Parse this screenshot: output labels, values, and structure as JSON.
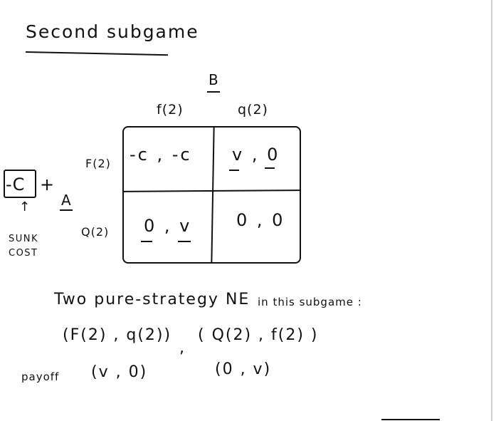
{
  "title": "Second subgame",
  "player_b": "B",
  "player_a": "A",
  "columns": [
    "f(2)",
    "q(2)"
  ],
  "rows": [
    "F(2)",
    "Q(2)"
  ],
  "cells": {
    "r1c1": "-c , -c",
    "r1c2": "v , 0",
    "r2c1": "0 , v",
    "r2c2": "0 , 0"
  },
  "sunk": {
    "value": "-C",
    "plus": "+",
    "arrow": "↑",
    "label_line1": "SUNK",
    "label_line2": "COST"
  },
  "conclusion": {
    "heading": "Two  pure-strategy  NE",
    "heading_suffix": "in this subgame :",
    "ne1": "(F(2) , q(2))",
    "separator": ",",
    "ne2": "( Q(2) , f(2) )",
    "payoff_label": "payoff",
    "payoff1": "(v , 0)",
    "payoff2": "(0 , v)"
  }
}
